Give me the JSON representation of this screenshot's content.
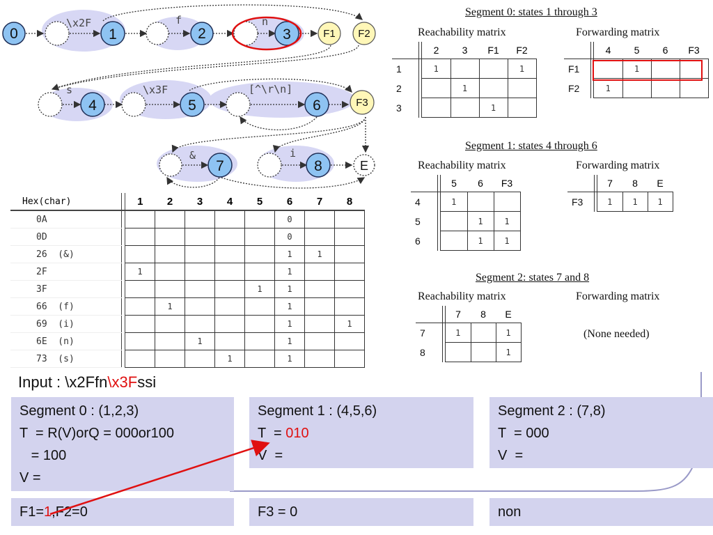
{
  "nfa": {
    "states": [
      "0",
      "1",
      "2",
      "3",
      "4",
      "5",
      "6",
      "7",
      "8"
    ],
    "finals": [
      "F1",
      "F2",
      "F3"
    ],
    "end": "E",
    "edge_labels": {
      "x2f": "\\x2F",
      "f": "f",
      "n": "n",
      "s": "s",
      "x3f": "\\x3F",
      "neg": "[^\\r\\n]",
      "amp": "&",
      "i": "i"
    }
  },
  "hex_table": {
    "header": "Hex(char)",
    "columns": [
      "1",
      "2",
      "3",
      "4",
      "5",
      "6",
      "7",
      "8"
    ],
    "rows": [
      {
        "label": "0A",
        "cells": [
          "",
          "",
          "",
          "",
          "",
          "0",
          "",
          ""
        ]
      },
      {
        "label": "0D",
        "cells": [
          "",
          "",
          "",
          "",
          "",
          "0",
          "",
          ""
        ]
      },
      {
        "label": "26  (&)",
        "cells": [
          "",
          "",
          "",
          "",
          "",
          "1",
          "1",
          ""
        ]
      },
      {
        "label": "2F",
        "cells": [
          "1",
          "",
          "",
          "",
          "",
          "1",
          "",
          ""
        ]
      },
      {
        "label": "3F",
        "cells": [
          "",
          "",
          "",
          "",
          "1",
          "1",
          "",
          ""
        ]
      },
      {
        "label": "66  (f)",
        "cells": [
          "",
          "1",
          "",
          "",
          "",
          "1",
          "",
          ""
        ]
      },
      {
        "label": "69  (i)",
        "cells": [
          "",
          "",
          "",
          "",
          "",
          "1",
          "",
          "1"
        ]
      },
      {
        "label": "6E  (n)",
        "cells": [
          "",
          "",
          "1",
          "",
          "",
          "1",
          "",
          ""
        ]
      },
      {
        "label": "73  (s)",
        "cells": [
          "",
          "",
          "",
          "1",
          "",
          "1",
          "",
          ""
        ]
      }
    ]
  },
  "segments": {
    "seg0": {
      "title": "Segment 0: states 1 through 3",
      "reach_title": "Reachability matrix",
      "reach_cols": [
        "2",
        "3",
        "F1",
        "F2"
      ],
      "reach_rows": [
        {
          "label": "1",
          "cells": [
            "1",
            "",
            "",
            "1"
          ]
        },
        {
          "label": "2",
          "cells": [
            "",
            "1",
            "",
            ""
          ]
        },
        {
          "label": "3",
          "cells": [
            "",
            "",
            "1",
            ""
          ]
        }
      ],
      "fwd_title": "Forwarding matrix",
      "fwd_cols": [
        "4",
        "5",
        "6",
        "F3"
      ],
      "fwd_rows": [
        {
          "label": "F1",
          "cells": [
            "",
            "1",
            "",
            ""
          ]
        },
        {
          "label": "F2",
          "cells": [
            "1",
            "",
            "",
            ""
          ]
        }
      ]
    },
    "seg1": {
      "title": "Segment 1: states 4 through 6",
      "reach_title": "Reachability matrix",
      "reach_cols": [
        "5",
        "6",
        "F3"
      ],
      "reach_rows": [
        {
          "label": "4",
          "cells": [
            "1",
            "",
            ""
          ]
        },
        {
          "label": "5",
          "cells": [
            "",
            "1",
            "1"
          ]
        },
        {
          "label": "6",
          "cells": [
            "",
            "1",
            "1"
          ]
        }
      ],
      "fwd_title": "Forwarding matrix",
      "fwd_cols": [
        "7",
        "8",
        "E"
      ],
      "fwd_rows": [
        {
          "label": "F3",
          "cells": [
            "1",
            "1",
            "1"
          ]
        }
      ]
    },
    "seg2": {
      "title": "Segment 2: states 7 and 8",
      "reach_title": "Reachability matrix",
      "reach_cols": [
        "7",
        "8",
        "E"
      ],
      "reach_rows": [
        {
          "label": "7",
          "cells": [
            "1",
            "",
            "1"
          ]
        },
        {
          "label": "8",
          "cells": [
            "",
            "",
            "1"
          ]
        }
      ],
      "fwd_title": "Forwarding matrix",
      "fwd_note": "(None needed)"
    }
  },
  "input": {
    "prefix": "Input : \\x2Ffn",
    "highlight": "\\x3F",
    "suffix": "ssi"
  },
  "panels": {
    "p0": {
      "line1": "Segment 0 : (1,2,3)",
      "line2": "T  = R(V)orQ = 000or100",
      "line3": "   = 100",
      "line4": "V ="
    },
    "p1": {
      "line1": "Segment 1 : (4,5,6)",
      "t_prefix": "T  = ",
      "t_value": "010",
      "line3": "V  ="
    },
    "p2": {
      "line1": "Segment 2 : (7,8)",
      "line2": "T  = 000",
      "line3": "V  ="
    },
    "f0": {
      "prefix": "F1=",
      "highlight": "1",
      "suffix": ",F2=0"
    },
    "f1": {
      "text": "F3 = 0"
    },
    "f2": {
      "text": "non"
    }
  },
  "colors": {
    "node_fill": "#8ec3f2",
    "node_outline": "#1f2f57",
    "blob": "#d7d7f4",
    "final_fill": "#fff7b8",
    "panel": "#d3d3ee",
    "accent_red": "#e01010"
  }
}
